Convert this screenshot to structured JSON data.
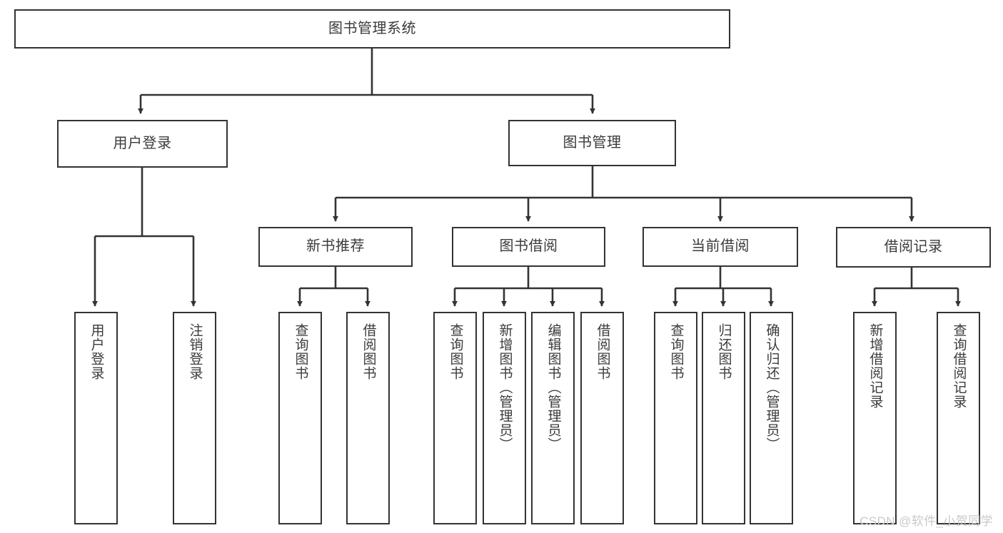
{
  "diagram": {
    "type": "tree-hierarchy",
    "title": "图书管理系统",
    "watermark": "CSDN @软件_小贺同学",
    "colors": {
      "stroke": "#333333",
      "text": "#3b3b3b",
      "background": "#ffffff",
      "watermark": "#c9c9c9"
    },
    "nodes": {
      "root": {
        "label": "图书管理系统"
      },
      "level1": [
        {
          "label": "用户登录"
        },
        {
          "label": "图书管理"
        }
      ],
      "level2": [
        {
          "label": "新书推荐"
        },
        {
          "label": "图书借阅"
        },
        {
          "label": "当前借阅"
        },
        {
          "label": "借阅记录"
        }
      ],
      "leaves": {
        "user_login": [
          {
            "label": "用户登录"
          },
          {
            "label": "注销登录"
          }
        ],
        "new_book": [
          {
            "label": "查询图书"
          },
          {
            "label": "借阅图书"
          }
        ],
        "book_borrow": [
          {
            "label": "查询图书"
          },
          {
            "label": "新增图书（管理员）"
          },
          {
            "label": "编辑图书（管理员）"
          },
          {
            "label": "借阅图书"
          }
        ],
        "current_borrow": [
          {
            "label": "查询图书"
          },
          {
            "label": "归还图书"
          },
          {
            "label": "确认归还（管理员）"
          }
        ],
        "borrow_record": [
          {
            "label": "新增借阅记录"
          },
          {
            "label": "查询借阅记录"
          }
        ]
      }
    }
  }
}
